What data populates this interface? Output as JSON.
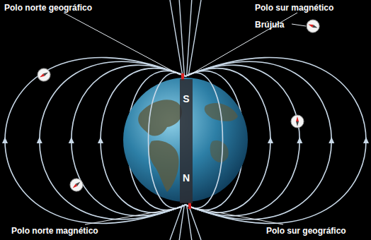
{
  "diagram": {
    "nodes": [
      {
        "text": [
          "S",
          "N"
        ]
      }
    ],
    "labels": [
      "Polo norte geográfico",
      "Polo sur magnético",
      "Brújula",
      "Polo norte magnético",
      "Polo sur geográfico"
    ]
  }
}
